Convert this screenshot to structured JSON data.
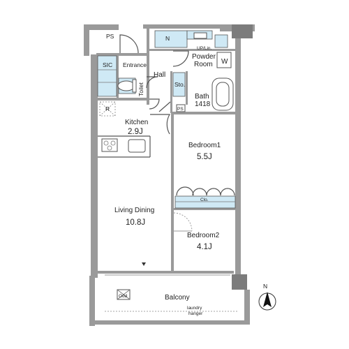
{
  "labels": {
    "ps_top": "PS",
    "n": "N",
    "up_lin": "UP/Lin.",
    "powder_room_1": "Powder",
    "powder_room_2": "Room",
    "w": "W",
    "sic": "SIC",
    "entrance": "Entrance",
    "hall": "Hall",
    "toilet": "Toilet",
    "sto": "Sto.",
    "bath": "Bath",
    "bath_size": "1418",
    "ps_small": "PS",
    "r": "R",
    "kitchen": "Kitchen",
    "kitchen_size": "2.9J",
    "bedroom1": "Bedroom1",
    "bedroom1_size": "5.5J",
    "clo": "Clo.",
    "living_dining": "Living Dining",
    "living_dining_size": "10.8J",
    "bedroom2": "Bedroom2",
    "bedroom2_size": "4.1J",
    "balcony": "Balcony",
    "laundry_1": "laundry",
    "laundry_2": "hanger",
    "outdoor_unit": "Odd",
    "compass_n": "N"
  }
}
